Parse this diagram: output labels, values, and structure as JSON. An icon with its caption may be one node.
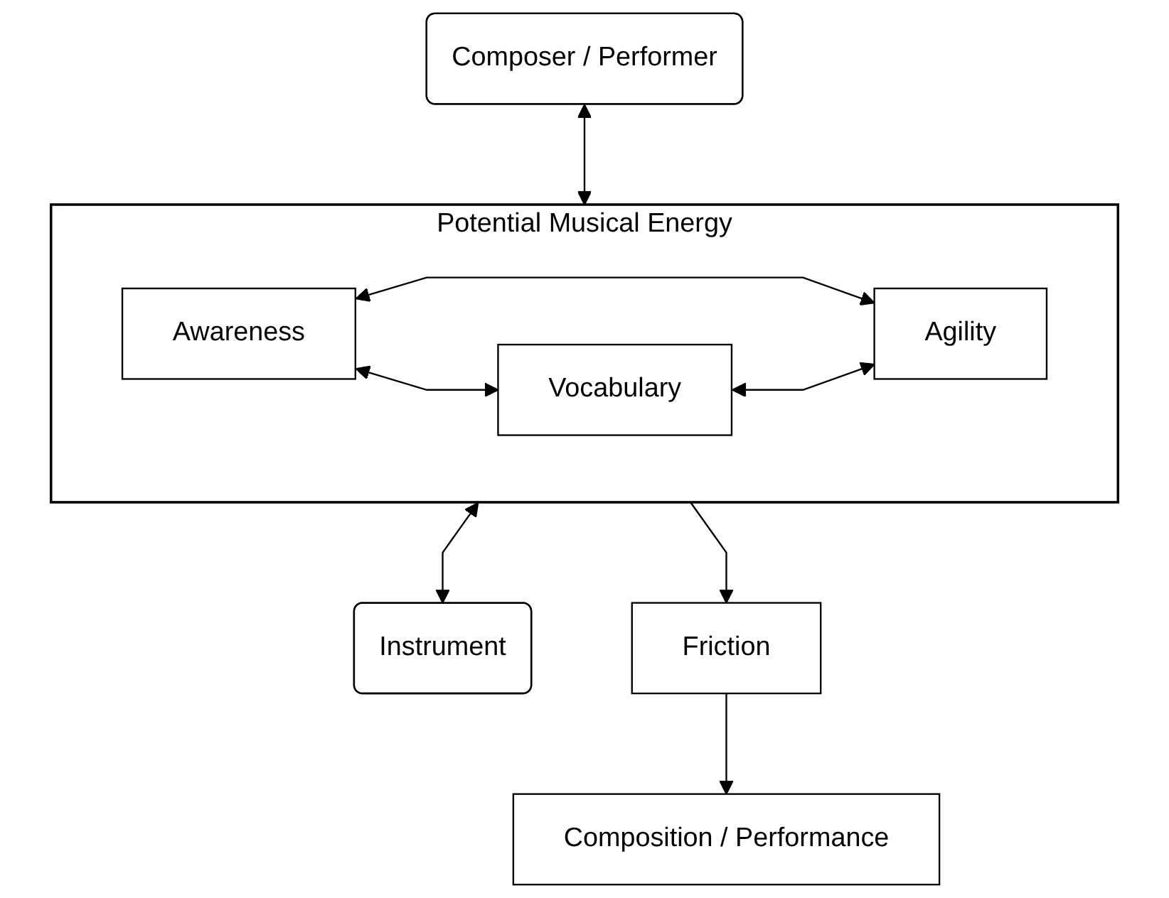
{
  "diagram": {
    "nodes": [
      {
        "text": [
          "Potential Musical Energy"
        ]
      },
      {
        "text": [
          "Awareness"
        ],
        "in": 0
      },
      {
        "text": [
          "Vocabulary"
        ],
        "in": 0
      },
      {
        "text": [
          "Agility"
        ],
        "in": 0
      },
      {
        "text": [
          "Composer / Performer"
        ]
      },
      {
        "text": [
          "Instrument"
        ]
      },
      {
        "text": [
          "Friction"
        ]
      },
      {
        "text": [
          "Composition / Performance"
        ]
      }
    ],
    "edges": [
      {
        "from": 4,
        "to": 0,
        "arrow": "both"
      },
      {
        "from": 0,
        "to": 5,
        "arrow": "both"
      },
      {
        "from": 1,
        "to": 2,
        "arrow": "both"
      },
      {
        "from": 1,
        "to": 3,
        "arrow": "both"
      },
      {
        "from": 2,
        "to": 3,
        "arrow": "both"
      },
      {
        "from": 0,
        "to": 6,
        "arrow": "to"
      },
      {
        "from": 6,
        "to": 7,
        "arrow": "to"
      }
    ]
  }
}
